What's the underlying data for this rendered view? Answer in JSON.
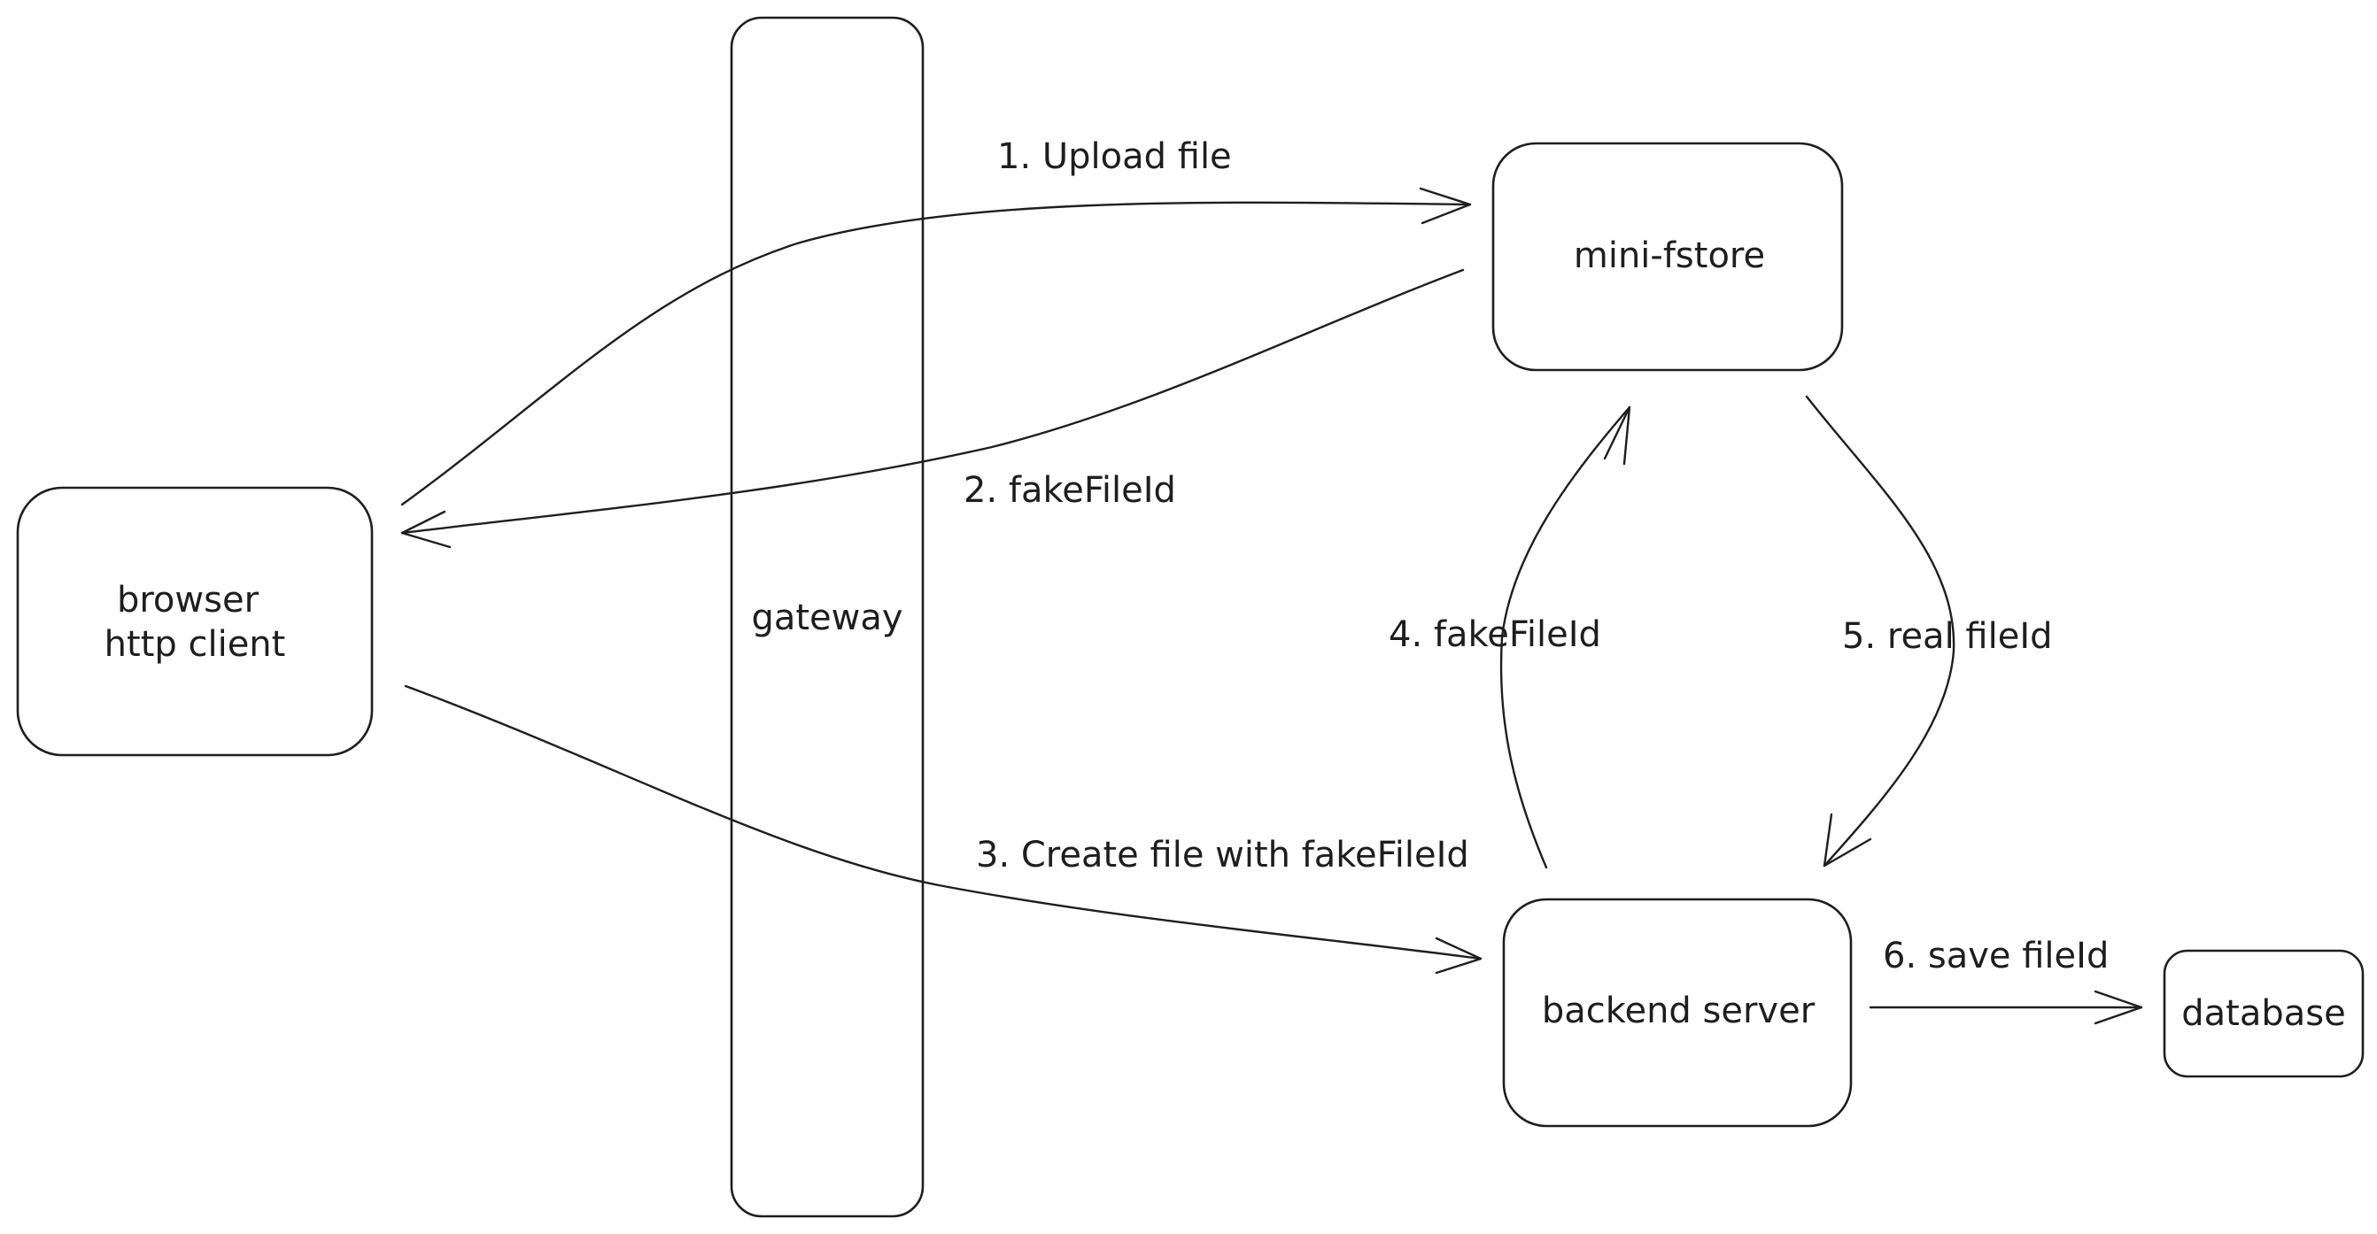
{
  "nodes": {
    "browser": [
      "browser",
      "http client"
    ],
    "gateway": "gateway",
    "mini_fstore": "mini-fstore",
    "backend_server": "backend server",
    "database": "database"
  },
  "edges": {
    "upload_file": "1. Upload file",
    "fake_file_id_to_browser": "2. fakeFileId",
    "create_file": "3. Create file with fakeFileId",
    "fake_file_id_to_fstore": "4. fakeFileId",
    "real_file_id": "5. real fileId",
    "save_file_id": "6. save fileId"
  },
  "colors": {
    "stroke": "#1e1e1e",
    "background": "#ffffff"
  }
}
